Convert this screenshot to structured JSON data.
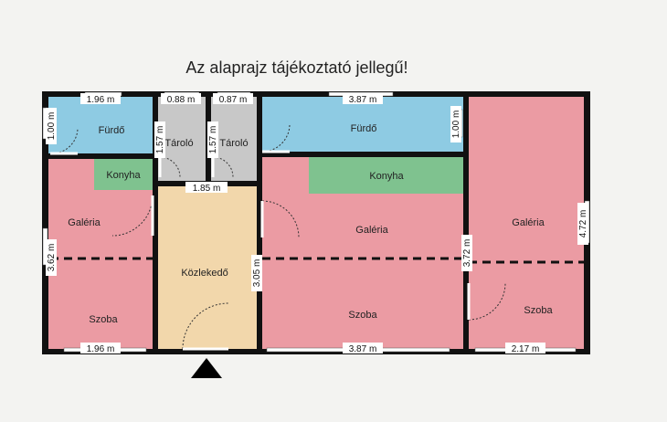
{
  "title": "Az alaprajz tájékoztató jellegű!",
  "colors": {
    "bathroom": "#8ecbe3",
    "storage": "#c8c8c8",
    "kitchen": "#7fc28f",
    "room": "#eb9ba3",
    "hallway": "#f2d7ab",
    "wall": "#111111",
    "background": "#f3f3f1"
  },
  "rooms": {
    "bath1": "Fürdő",
    "storage1": "Tároló",
    "storage2": "Tároló",
    "bath2": "Fürdő",
    "kitchen1": "Konyha",
    "kitchen2": "Konyha",
    "gallery1": "Galéria",
    "gallery2": "Galéria",
    "gallery3": "Galéria",
    "hallway": "Közlekedő",
    "room1": "Szoba",
    "room2": "Szoba",
    "room3": "Szoba"
  },
  "dimensions": {
    "bath1_width": "1.96 m",
    "bath1_height": "1.00 m",
    "storage1_width": "0.88 m",
    "storage1_height": "1.57 m",
    "storage2_width": "0.87 m",
    "storage2_height": "1.57 m",
    "bath2_width": "3.87 m",
    "bath2_height": "1.00 m",
    "hallway_width": "1.85 m",
    "hallway_height": "3.05 m",
    "unit1_height": "3.62 m",
    "unit1_bottom_width": "1.96 m",
    "unit2_bottom_width": "3.87 m",
    "unit3_left_height": "3.72 m",
    "unit3_right_height": "4.72 m",
    "unit3_bottom_width": "2.17 m"
  },
  "icons": {
    "entrance": "entrance-triangle-icon"
  }
}
